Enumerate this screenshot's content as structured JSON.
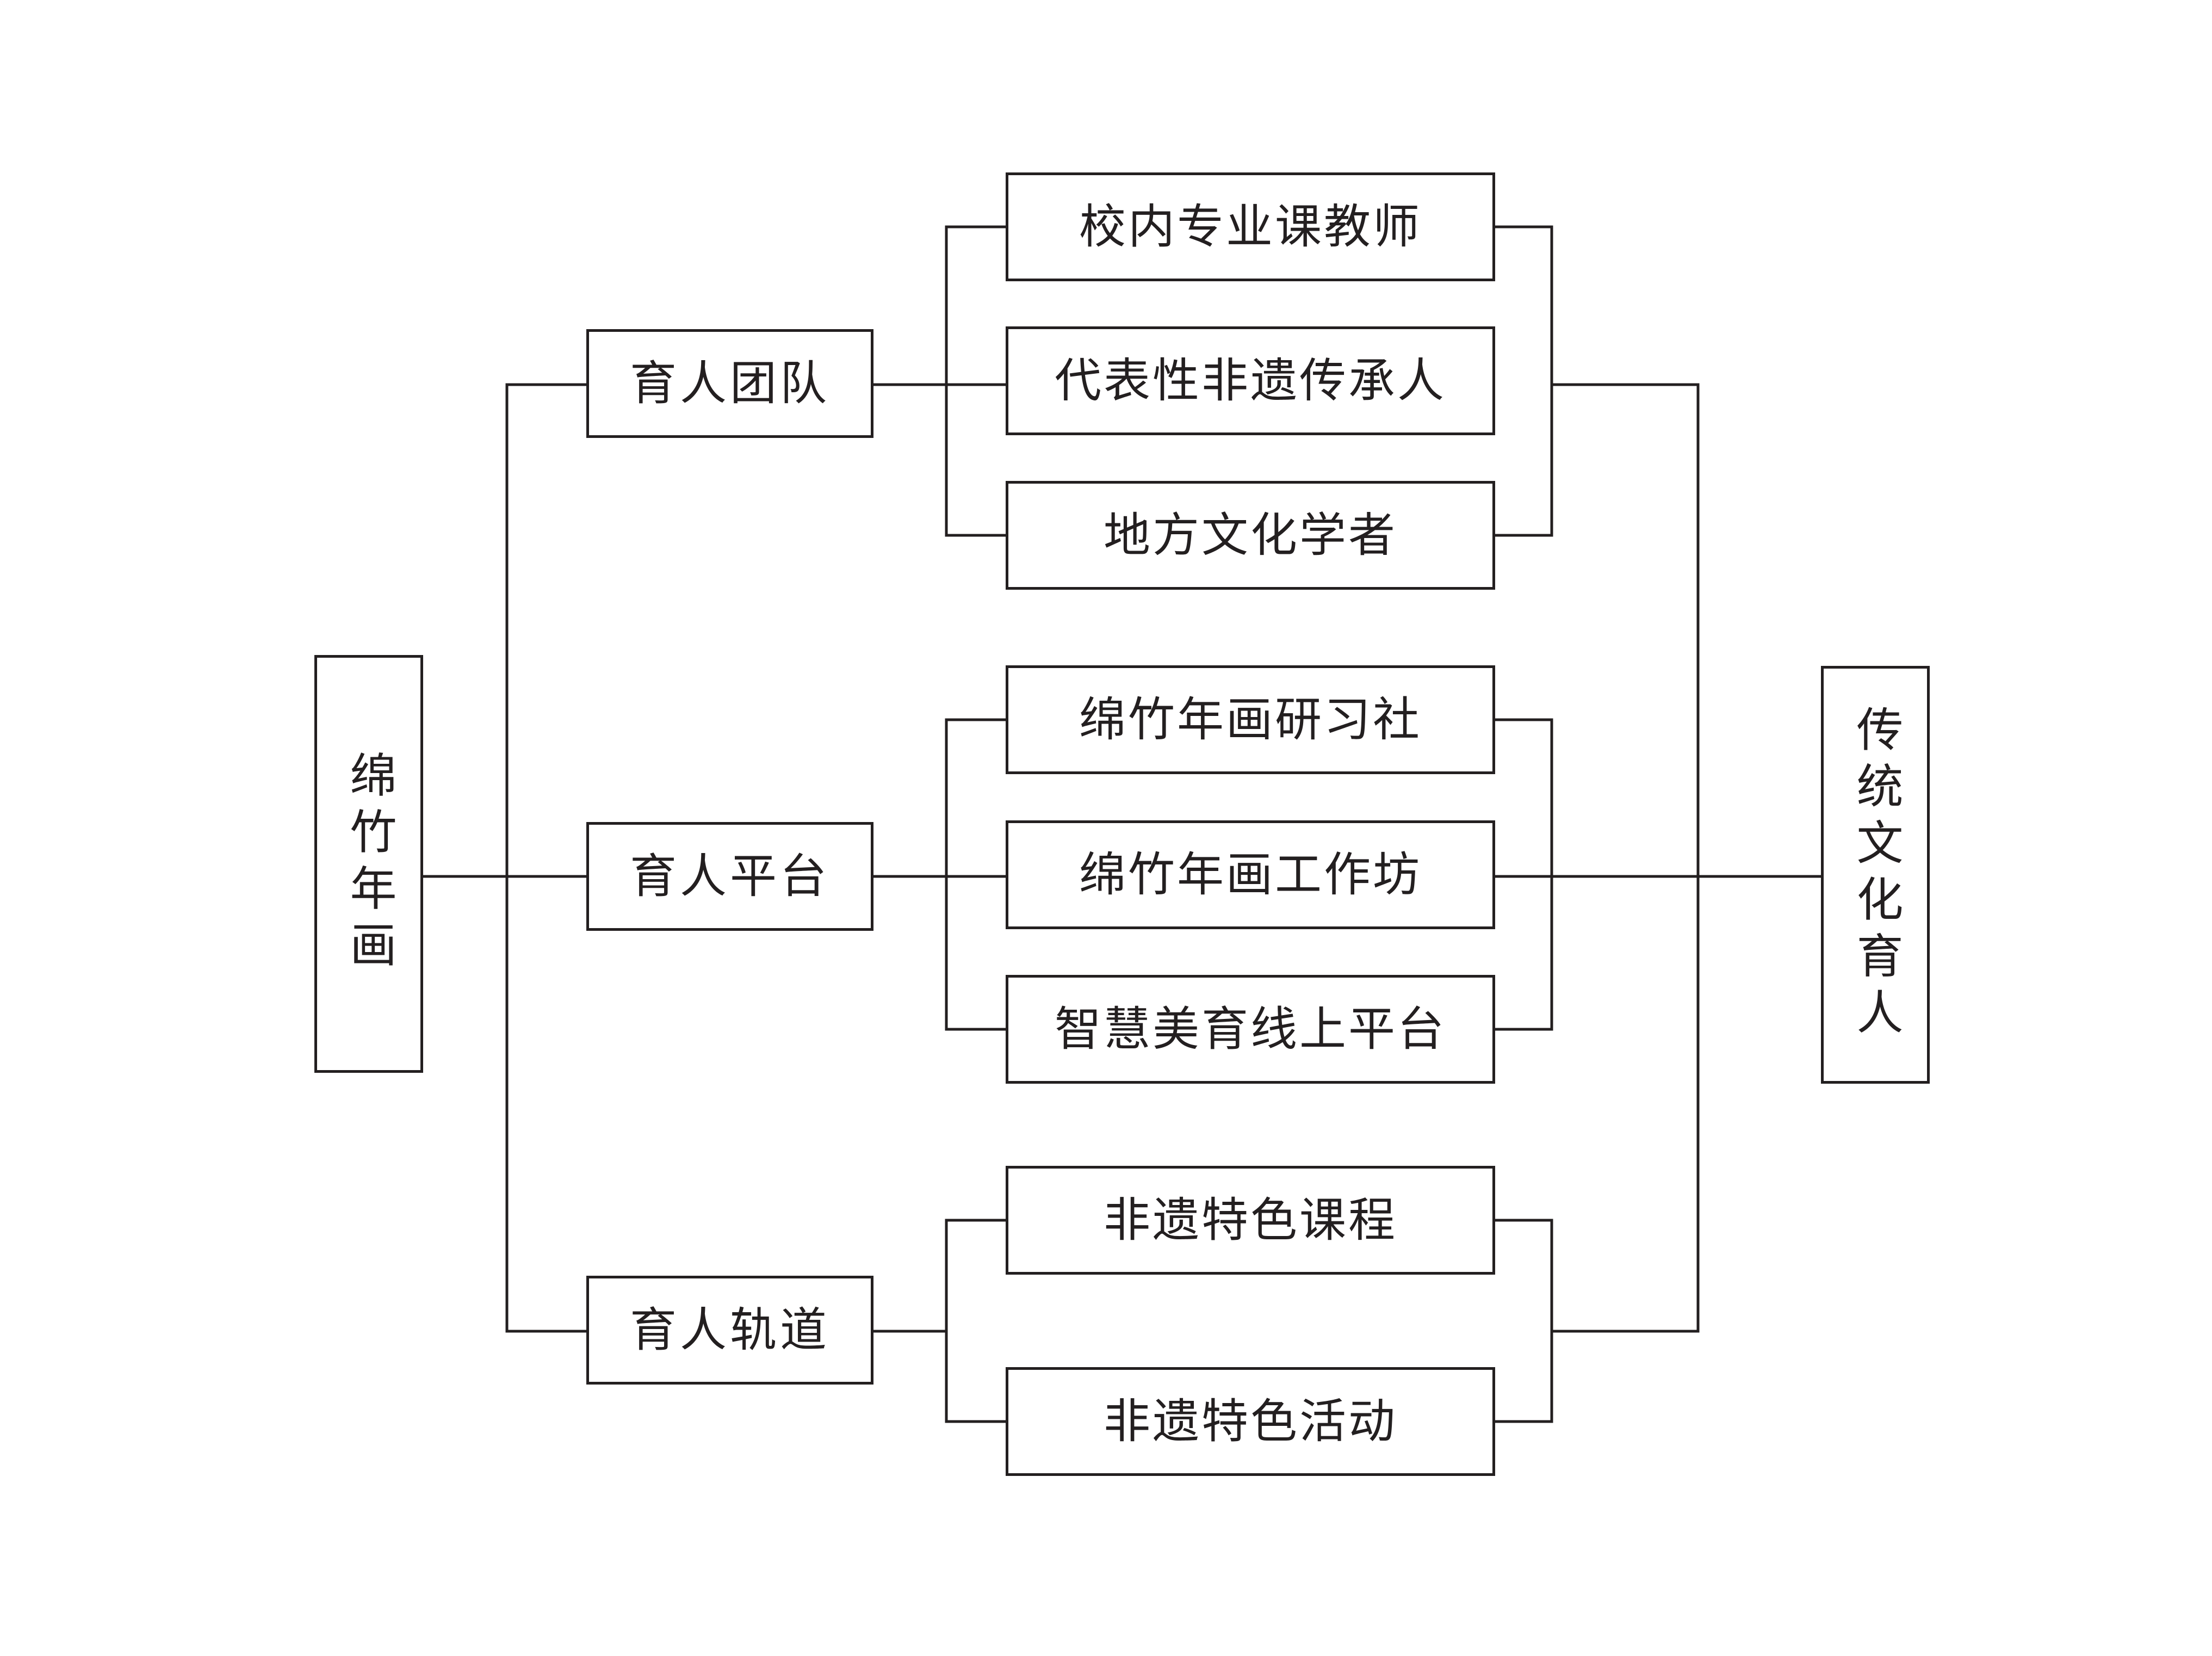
{
  "root": {
    "label": "绵竹年画"
  },
  "categories": [
    {
      "label": "育人团队",
      "items": [
        "校内专业课教师",
        "代表性非遗传承人",
        "地方文化学者"
      ]
    },
    {
      "label": "育人平台",
      "items": [
        "绵竹年画研习社",
        "绵竹年画工作坊",
        "智慧美育线上平台"
      ]
    },
    {
      "label": "育人轨道",
      "items": [
        "非遗特色课程",
        "非遗特色活动"
      ]
    }
  ],
  "goal": {
    "label": "传统文化育人"
  }
}
